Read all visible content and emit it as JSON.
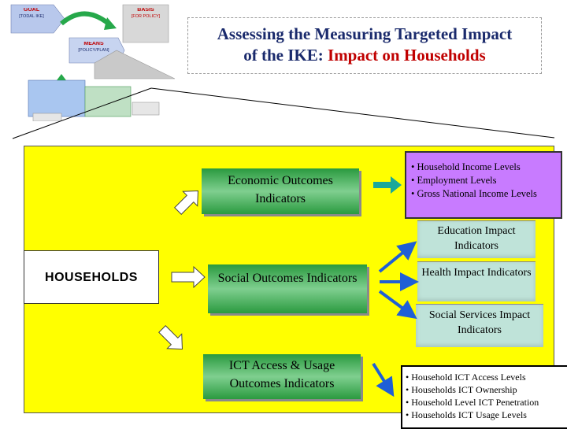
{
  "title": {
    "line1": "Assessing the Measuring Targeted Impact",
    "line2_prefix": "of the IKE:",
    "line2_highlight": "Impact on Households"
  },
  "thumbnail": {
    "goal": "GOAL",
    "goal_sub": "[TODAL IKE]",
    "basis": "BASIS",
    "basis_sub": "[FOR POLICY]",
    "means": "MEANS",
    "means_sub": "[POLICY/PLAN]"
  },
  "households": "HOUSEHOLDS",
  "outcomes": {
    "economic": "Economic Outcomes Indicators",
    "social": "Social Outcomes Indicators",
    "ict": "ICT Access & Usage Outcomes Indicators"
  },
  "economic_list": [
    "• Household Income Levels",
    "• Employment Levels",
    "• Gross National Income Levels"
  ],
  "social_impacts": {
    "education": "Education Impact Indicators",
    "health": "Health Impact Indicators",
    "social_services": "Social Services Impact Indicators"
  },
  "ict_list": [
    "• Household ICT Access Levels",
    "• Households ICT Ownership",
    "• Household Level ICT Penetration",
    "• Households ICT Usage Levels"
  ],
  "colors": {
    "panel": "#ffff00",
    "title_blue": "#1a2a6c",
    "title_red": "#c00000",
    "green_box": "#2a9a3f",
    "purple_box": "#c87bff",
    "teal_box": "#bfe3d9",
    "arrow_blue": "#1f5fd6",
    "arrow_teal": "#1aa89a"
  }
}
